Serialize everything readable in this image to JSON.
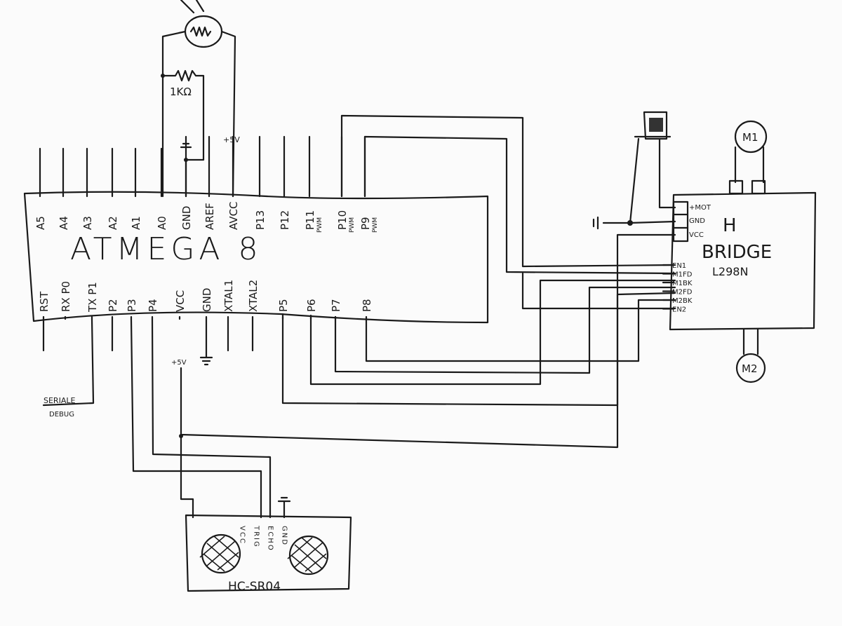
{
  "mcu": {
    "name": "ATMEGA 8",
    "top_pins": [
      "A5",
      "A4",
      "A3",
      "A2",
      "A1",
      "A0",
      "GND",
      "AREF",
      "AVCC",
      "P13",
      "P12",
      "P11",
      "P10",
      "P9"
    ],
    "top_pin_sub": {
      "P11": "PWM",
      "P10": "PWM",
      "P9": "PWM"
    },
    "bottom_pins": [
      "RST",
      "RX P0",
      "TX P1",
      "P2",
      "P3",
      "P4",
      "VCC",
      "GND",
      "XTAL1",
      "XTAL2",
      "P5",
      "P6",
      "P7",
      "P8"
    ]
  },
  "sensor": {
    "resistor_label": "1KΩ",
    "supply_label": "+5V"
  },
  "vcc_label": "+5V",
  "serial_label": [
    "SERIALE",
    "DEBUG"
  ],
  "hbridge": {
    "title_1": "H",
    "title_2": "BRIDGE",
    "model": "L298N",
    "power_pins": [
      "+MOT",
      "GND",
      "VCC"
    ],
    "control_pins": [
      "EN1",
      "M1FD",
      "M1BK",
      "M2FD",
      "M2BK",
      "EN2"
    ],
    "motor_1": "M1",
    "motor_2": "M2"
  },
  "ultrasonic": {
    "model": "HC-SR04",
    "pins": [
      "VCC",
      "TRIG",
      "ECHO",
      "GND"
    ]
  }
}
